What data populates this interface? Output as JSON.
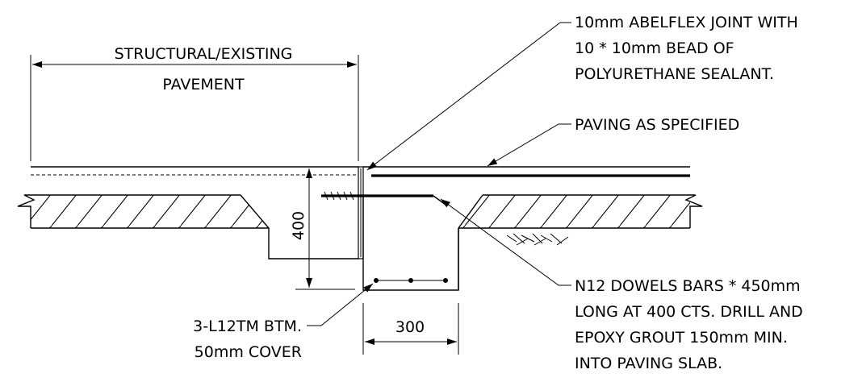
{
  "labels": {
    "existing_line1": "STRUCTURAL/EXISTING",
    "existing_line2": "PAVEMENT",
    "abelflex_line1": "10mm ABELFLEX JOINT WITH",
    "abelflex_line2": "10 * 10mm BEAD OF",
    "abelflex_line3": "POLYURETHANE  SEALANT.",
    "paving": "PAVING AS SPECIFIED",
    "dowels_line1": "N12 DOWELS BARS * 450mm",
    "dowels_line2": "LONG AT 400 CTS. DRILL AND",
    "dowels_line3": "EPOXY GROUT 150mm MIN.",
    "dowels_line4": "INTO PAVING SLAB.",
    "btm_line1": "3-L12TM BTM.",
    "btm_line2": "50mm COVER",
    "dim_400": "400",
    "dim_300": "300"
  },
  "colors": {
    "line": "#000000",
    "background": "#ffffff"
  }
}
